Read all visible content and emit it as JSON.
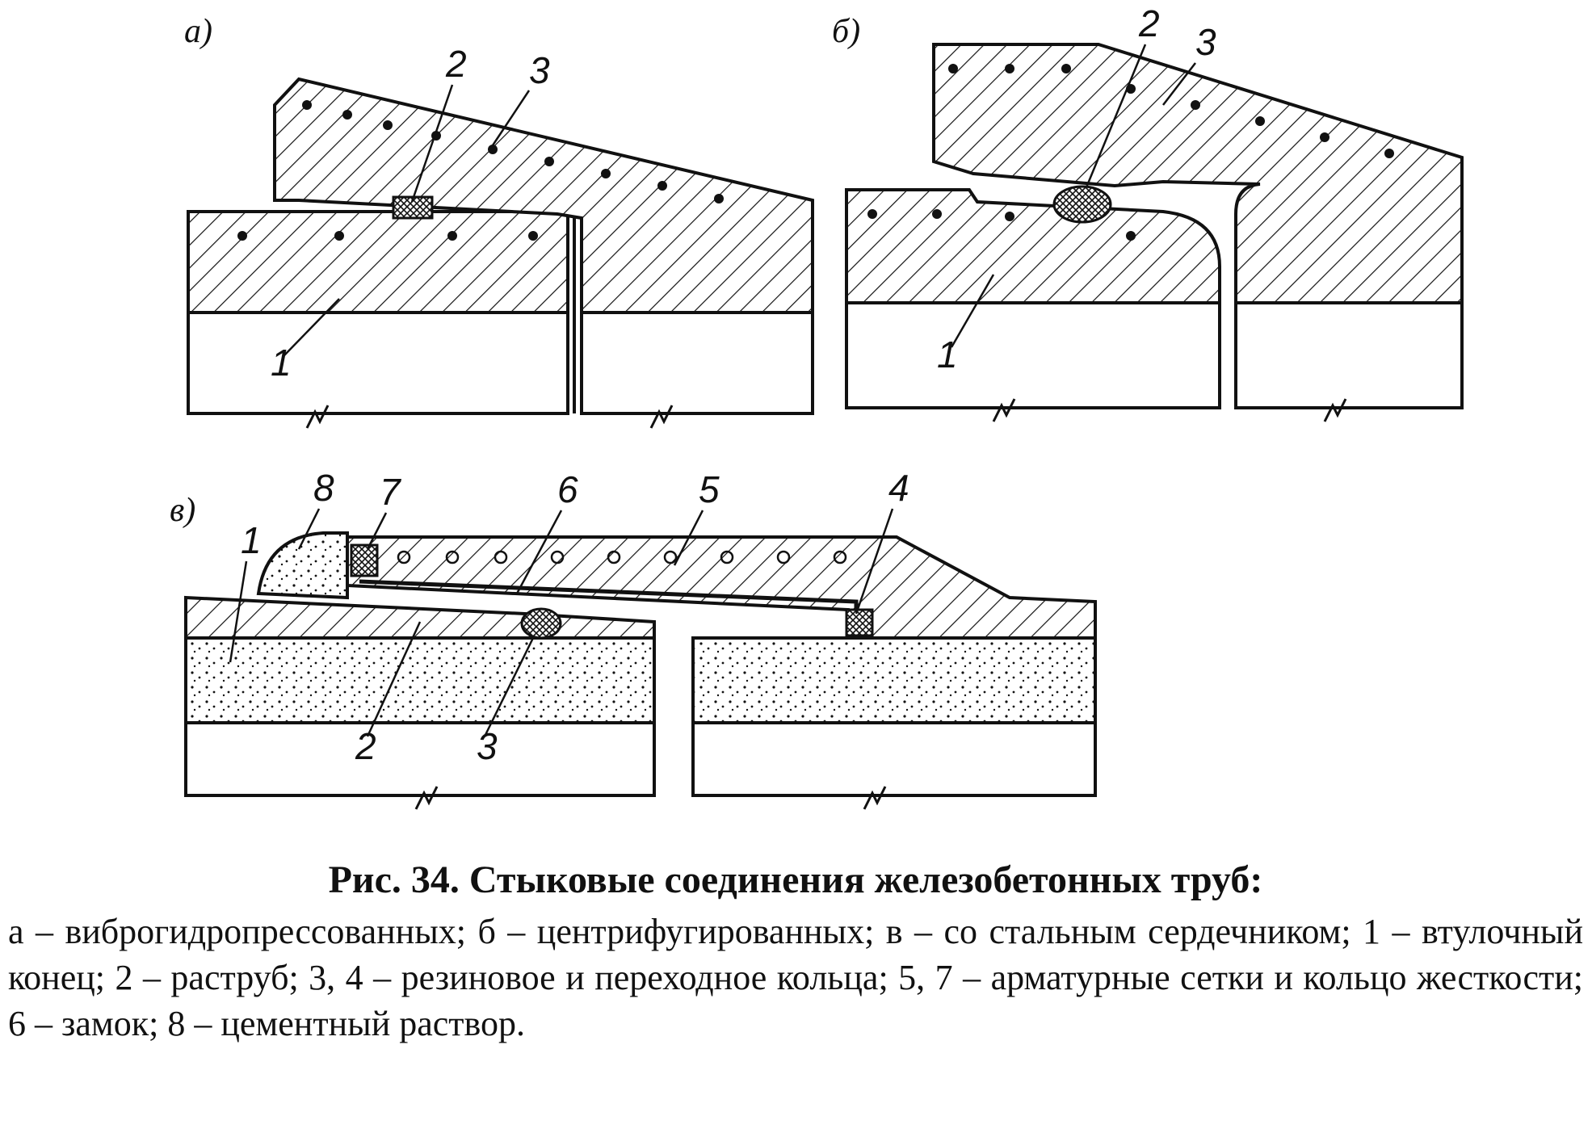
{
  "panels": {
    "a": {
      "letter": "а)",
      "callouts": [
        "1",
        "2",
        "3"
      ]
    },
    "b": {
      "letter": "б)",
      "callouts": [
        "1",
        "2",
        "3"
      ]
    },
    "c": {
      "letter": "в)",
      "callouts": [
        "1",
        "2",
        "3",
        "4",
        "5",
        "6",
        "7",
        "8"
      ]
    }
  },
  "caption": {
    "title": "Рис. 34. Стыковые соединения железобетонных труб:",
    "text": "а – виброгидропрессованных; б – центрифугированных; в – со стальным сердечником; 1 – втулочный конец; 2 – раструб; 3, 4 – резиновое и переходное кольца; 5, 7 – арматурные сетки и кольцо жесткости; 6 – замок; 8 – цементный раствор."
  }
}
